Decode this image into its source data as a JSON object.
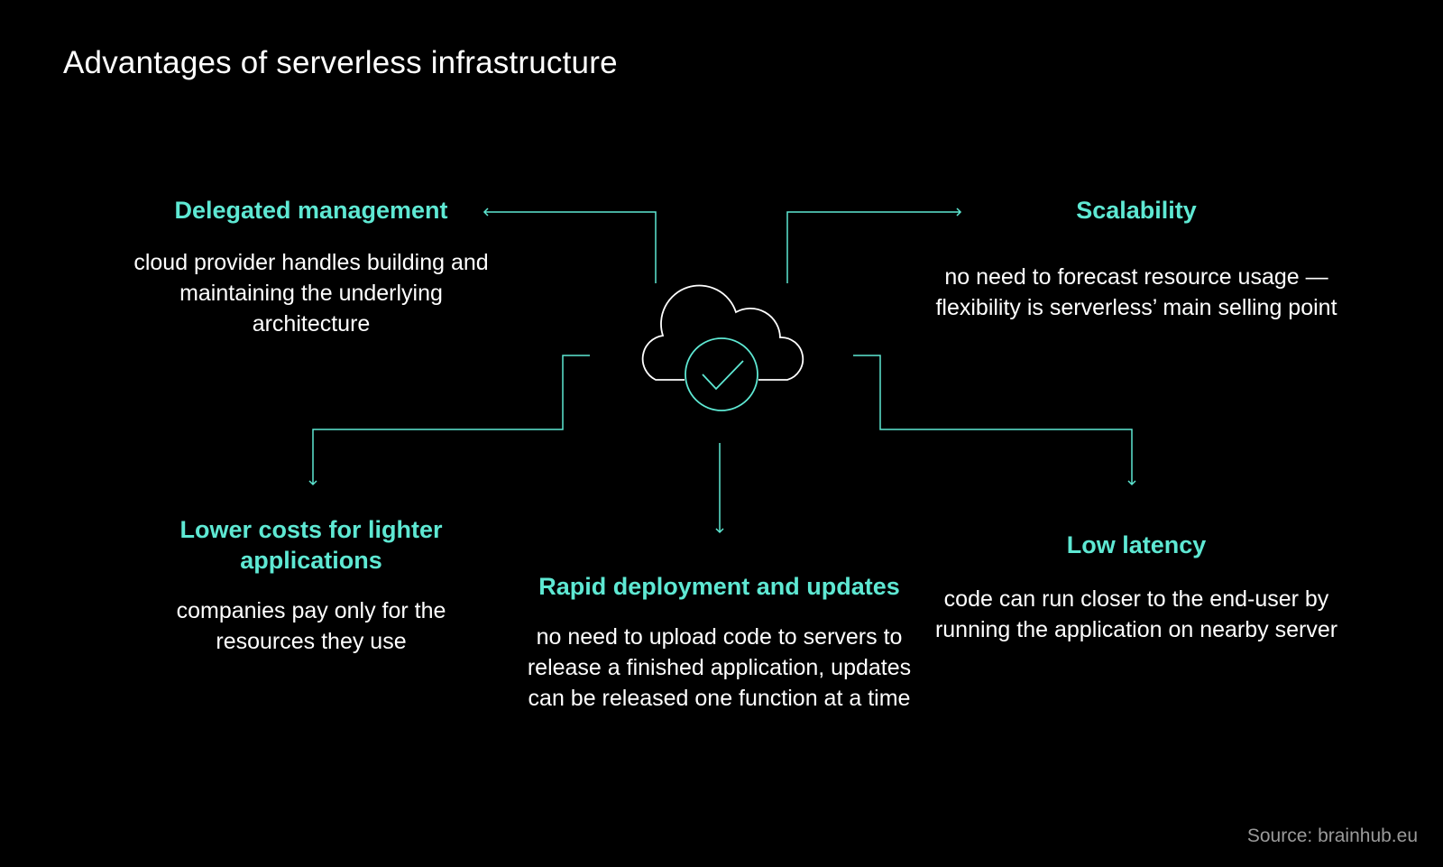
{
  "title": "Advantages of serverless infrastructure",
  "colors": {
    "background": "#000000",
    "accent": "#5ee8d3",
    "text": "#ffffff",
    "muted": "#9a9a9a"
  },
  "center": {
    "icon": "cloud-check-icon"
  },
  "items": {
    "delegated": {
      "heading": "Delegated management",
      "description": "cloud provider handles building and maintaining the underlying architecture"
    },
    "scalability": {
      "heading": "Scalability",
      "description": "no need to forecast resource usage — flexibility is serverless’ main selling point"
    },
    "lower_costs": {
      "heading": "Lower costs for lighter applications",
      "description": "companies pay only for the resources they use"
    },
    "rapid": {
      "heading": "Rapid deployment and updates",
      "description": "no need to upload code to servers to release a finished application, updates can be released one function at a time"
    },
    "latency": {
      "heading": "Low latency",
      "description": "code can run closer to the end-user by running the application on nearby server"
    }
  },
  "source": "Source: brainhub.eu"
}
